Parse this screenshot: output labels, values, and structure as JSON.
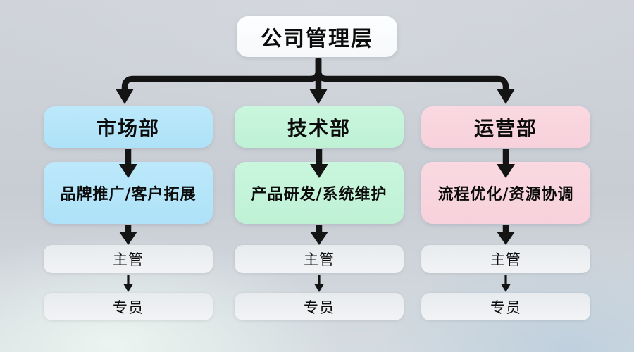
{
  "root": {
    "title": "公司管理层"
  },
  "columns": [
    {
      "department": "市场部",
      "responsibility": "品牌推广/客户拓展",
      "supervisor": "主管",
      "specialist": "专员",
      "color_top": "#bce8fa",
      "color_bottom": "#aee2f8"
    },
    {
      "department": "技术部",
      "responsibility": "产品研发/系统维护",
      "supervisor": "主管",
      "specialist": "专员",
      "color_top": "#c9f6dd",
      "color_bottom": "#bff1d5"
    },
    {
      "department": "运营部",
      "responsibility": "流程优化/资源协调",
      "supervisor": "主管",
      "specialist": "专员",
      "color_top": "#fad9e1",
      "color_bottom": "#f7d1db"
    }
  ],
  "style": {
    "connector_color": "#141414",
    "role_box_top": "#e8ebee",
    "role_box_bottom": "#f1f3f5",
    "root_box_color": "#fdfeff",
    "background_base": "#cbd0d7"
  }
}
